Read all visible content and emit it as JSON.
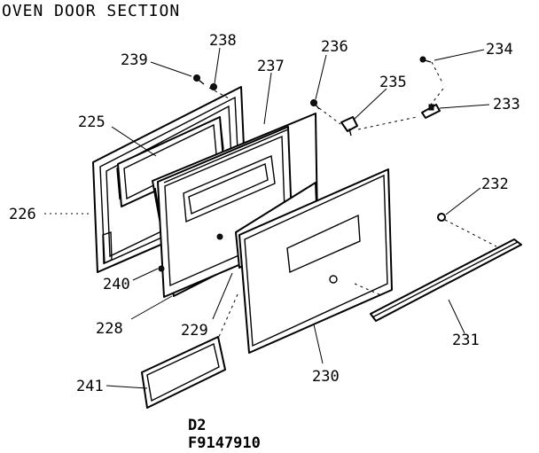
{
  "title": "OVEN DOOR SECTION",
  "footer": {
    "line1": "D2",
    "line2": "F9147910"
  },
  "parts": [
    {
      "id": "225"
    },
    {
      "id": "226"
    },
    {
      "id": "228"
    },
    {
      "id": "229"
    },
    {
      "id": "230"
    },
    {
      "id": "231"
    },
    {
      "id": "232"
    },
    {
      "id": "233"
    },
    {
      "id": "234"
    },
    {
      "id": "235"
    },
    {
      "id": "236"
    },
    {
      "id": "237"
    },
    {
      "id": "238"
    },
    {
      "id": "239"
    },
    {
      "id": "240"
    },
    {
      "id": "241"
    }
  ]
}
